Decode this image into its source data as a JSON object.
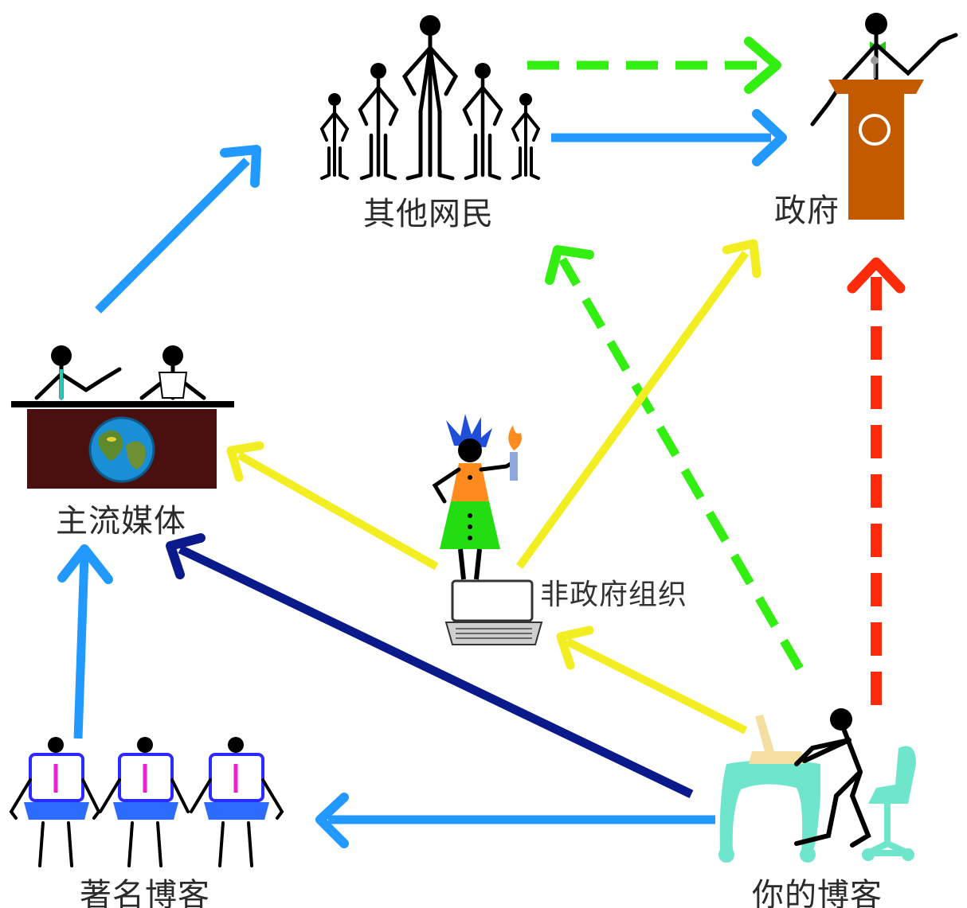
{
  "nodes": {
    "other_netizens": {
      "label": "其他网民"
    },
    "government": {
      "label": "政府"
    },
    "mainstream_media": {
      "label": "主流媒体"
    },
    "ngo": {
      "label": "非政府组织"
    },
    "famous_bloggers": {
      "label": "著名博客"
    },
    "your_blog": {
      "label": "你的博客"
    }
  },
  "edges": [
    {
      "from": "other_netizens",
      "to": "government",
      "style": "dashed",
      "color": "#33ee11"
    },
    {
      "from": "other_netizens",
      "to": "government",
      "style": "solid",
      "color": "#2299ff"
    },
    {
      "from": "mainstream_media",
      "to": "other_netizens",
      "style": "solid",
      "color": "#2299ff"
    },
    {
      "from": "ngo",
      "to": "mainstream_media",
      "style": "solid",
      "color": "#f2ee22"
    },
    {
      "from": "ngo",
      "to": "government",
      "style": "solid",
      "color": "#f2ee22"
    },
    {
      "from": "your_blog",
      "to": "other_netizens",
      "style": "dashed",
      "color": "#33ee11"
    },
    {
      "from": "your_blog",
      "to": "government",
      "style": "dashed",
      "color": "#ff2a0a"
    },
    {
      "from": "your_blog",
      "to": "ngo",
      "style": "solid",
      "color": "#f2ee22"
    },
    {
      "from": "your_blog",
      "to": "mainstream_media",
      "style": "solid",
      "color": "#0b1a8a"
    },
    {
      "from": "your_blog",
      "to": "famous_bloggers",
      "style": "solid",
      "color": "#2299ff"
    },
    {
      "from": "famous_bloggers",
      "to": "mainstream_media",
      "style": "solid",
      "color": "#2299ff"
    }
  ],
  "colors": {
    "blue": "#2299ff",
    "green": "#33ee11",
    "yellow": "#f2ee22",
    "red": "#ff2a0a",
    "navy": "#0b1a8a",
    "podium": "#c35a00",
    "desk": "#4a0f0f",
    "screen": "#2b2bff",
    "tie": "#ee22cc",
    "furniture": "#6fe6cc"
  },
  "icons": {
    "other_netizens": "crowd-of-people-icon",
    "government": "speaker-at-podium-icon",
    "mainstream_media": "news-anchors-desk-icon",
    "ngo": "activist-with-torch-icon",
    "famous_bloggers": "bloggers-with-laptops-icon",
    "your_blog": "person-at-computer-desk-icon"
  }
}
